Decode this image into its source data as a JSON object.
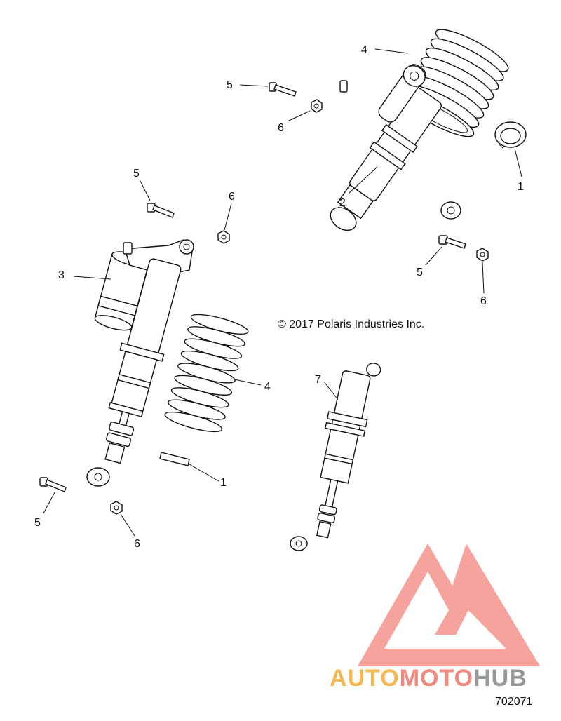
{
  "copyright": "© 2017 Polaris Industries Inc.",
  "diagram_id": "702071",
  "watermark": {
    "word_part1": "AUTO",
    "word_part2": "MOTO",
    "word_part3": "HUB",
    "color_orange": "#f5a623",
    "color_red": "#f06a60",
    "color_gray": "#808080",
    "triangle_color": "#f48b85"
  },
  "callouts": {
    "c1": "4",
    "c2": "5",
    "c3": "6",
    "c4": "1",
    "c5": "2",
    "c6": "5",
    "c7": "6",
    "c8": "3",
    "c9": "5",
    "c10": "6",
    "c11": "4",
    "c12": "7",
    "c13": "1",
    "c14": "5",
    "c15": "6"
  }
}
